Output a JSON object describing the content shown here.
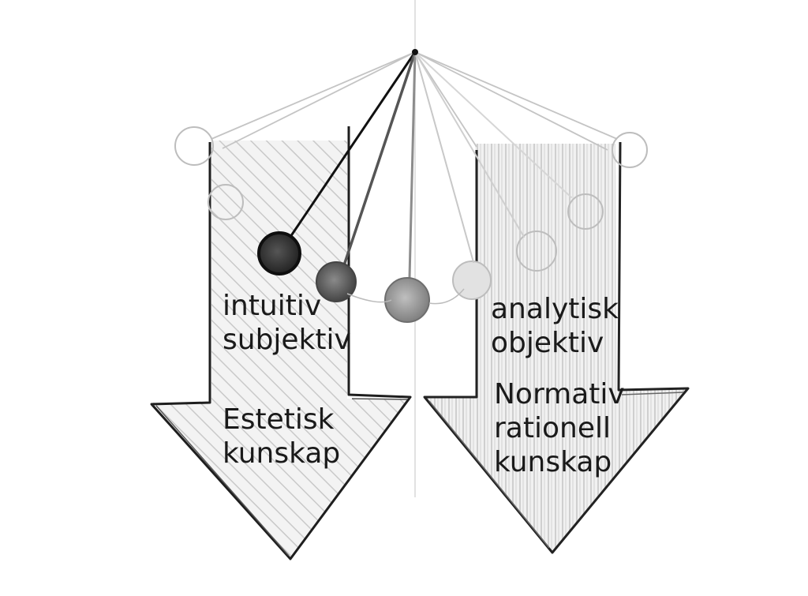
{
  "left_arrow": {
    "traits": [
      "intuitiv",
      "subjektiv"
    ],
    "knowledge": [
      "Estetisk",
      "kunskap"
    ]
  },
  "right_arrow": {
    "traits": [
      "analytisk",
      "objektiv"
    ],
    "knowledge": [
      "Normativ",
      "rationell",
      "kunskap"
    ]
  },
  "colors": {
    "ink": "#1a1a1a",
    "pencil_light": "#bdbdbd",
    "ball_dark": "#2e2e2e",
    "ball_mid": "#5a5a5a",
    "ball_light": "#8e8e8e"
  }
}
